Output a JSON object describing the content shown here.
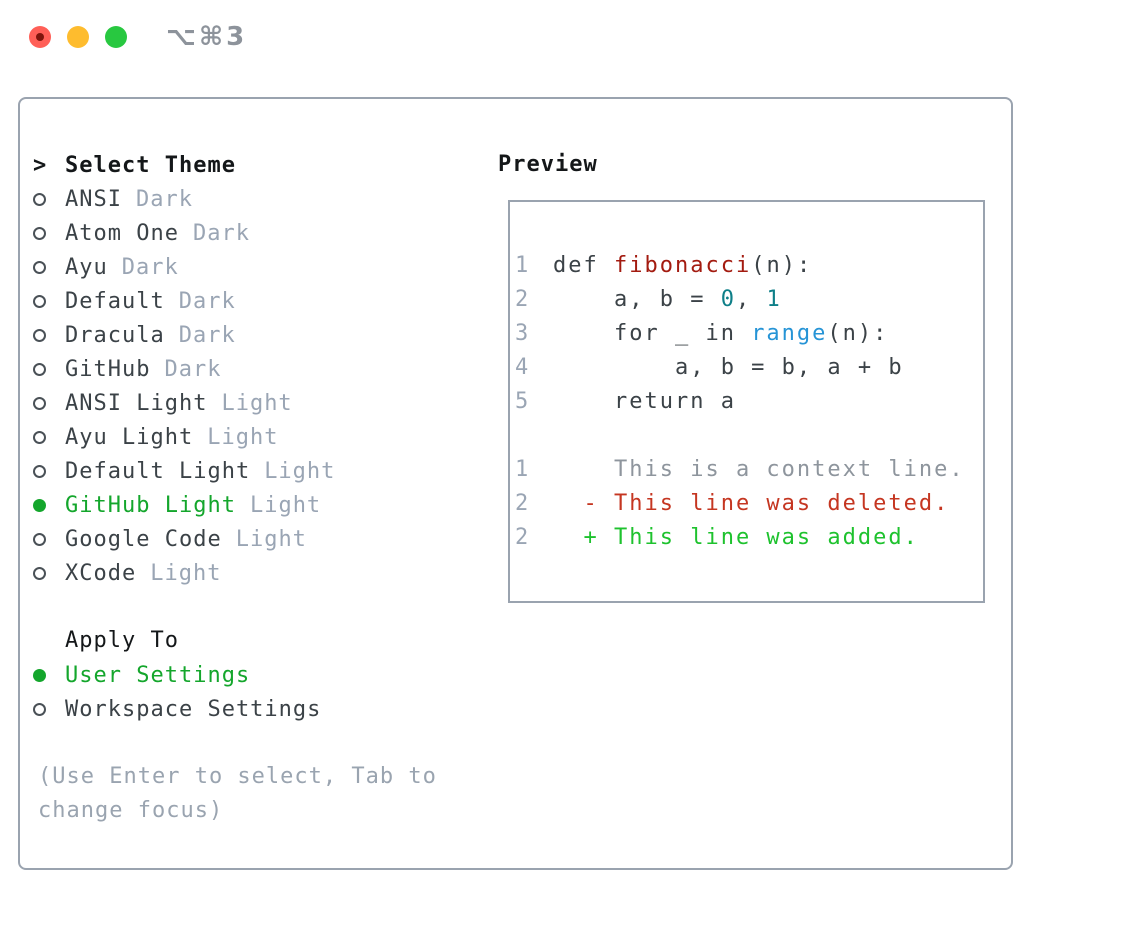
{
  "window": {
    "title_shortcut": "⌥⌘3",
    "traffic_lights": {
      "close_color": "#ff5f57",
      "minimize_color": "#febc2e",
      "zoom_color": "#28c840"
    }
  },
  "colors": {
    "selection_green": "#14a62c",
    "panel_border": "#9aa3af",
    "header_text": "#141719",
    "item_text": "#3b4247",
    "muted_text": "#9aa5b4"
  },
  "theme_picker": {
    "prompt": ">",
    "title": "Select Theme",
    "items": [
      {
        "name": "ANSI",
        "tag": "Dark",
        "selected": false
      },
      {
        "name": "Atom One",
        "tag": "Dark",
        "selected": false
      },
      {
        "name": "Ayu",
        "tag": "Dark",
        "selected": false
      },
      {
        "name": "Default",
        "tag": "Dark",
        "selected": false
      },
      {
        "name": "Dracula",
        "tag": "Dark",
        "selected": false
      },
      {
        "name": "GitHub",
        "tag": "Dark",
        "selected": false
      },
      {
        "name": "ANSI Light",
        "tag": "Light",
        "selected": false
      },
      {
        "name": "Ayu Light",
        "tag": "Light",
        "selected": false
      },
      {
        "name": "Default Light",
        "tag": "Light",
        "selected": false
      },
      {
        "name": "GitHub Light",
        "tag": "Light",
        "selected": true
      },
      {
        "name": "Google Code",
        "tag": "Light",
        "selected": false
      },
      {
        "name": "XCode",
        "tag": "Light",
        "selected": false
      }
    ],
    "apply_to": {
      "title": "Apply To",
      "options": [
        {
          "label": "User Settings",
          "selected": true
        },
        {
          "label": "Workspace Settings",
          "selected": false
        }
      ]
    },
    "hint": "(Use Enter to select, Tab to change focus)"
  },
  "preview": {
    "title": "Preview",
    "palette": {
      "fg": "#3b4247",
      "func": "#a31b10",
      "num": "#0e7f88",
      "builtin": "#2694d6",
      "lineno": "#9aa5b4",
      "ctx": "#8e959d",
      "del": "#c53621",
      "add": "#1ec22e"
    },
    "lines": [
      {
        "num": "1",
        "tokens": [
          [
            "def ",
            "fg"
          ],
          [
            "fibonacci",
            "func"
          ],
          [
            "(n):",
            "fg"
          ]
        ]
      },
      {
        "num": "2",
        "tokens": [
          [
            "    a, b = ",
            "fg"
          ],
          [
            "0",
            "num"
          ],
          [
            ", ",
            "fg"
          ],
          [
            "1",
            "num"
          ]
        ]
      },
      {
        "num": "3",
        "tokens": [
          [
            "    for _ in ",
            "fg"
          ],
          [
            "range",
            "builtin"
          ],
          [
            "(n):",
            "fg"
          ]
        ]
      },
      {
        "num": "4",
        "tokens": [
          [
            "        a, b = b, a + b",
            "fg"
          ]
        ]
      },
      {
        "num": "5",
        "tokens": [
          [
            "    return a",
            "fg"
          ]
        ]
      },
      {
        "num": "",
        "tokens": []
      },
      {
        "num": "1",
        "tokens": [
          [
            "    This is a context line.",
            "ctx"
          ]
        ]
      },
      {
        "num": "2",
        "tokens": [
          [
            "  - This line was deleted.",
            "del"
          ]
        ]
      },
      {
        "num": "2",
        "tokens": [
          [
            "  + This line was added.",
            "add"
          ]
        ]
      }
    ]
  }
}
